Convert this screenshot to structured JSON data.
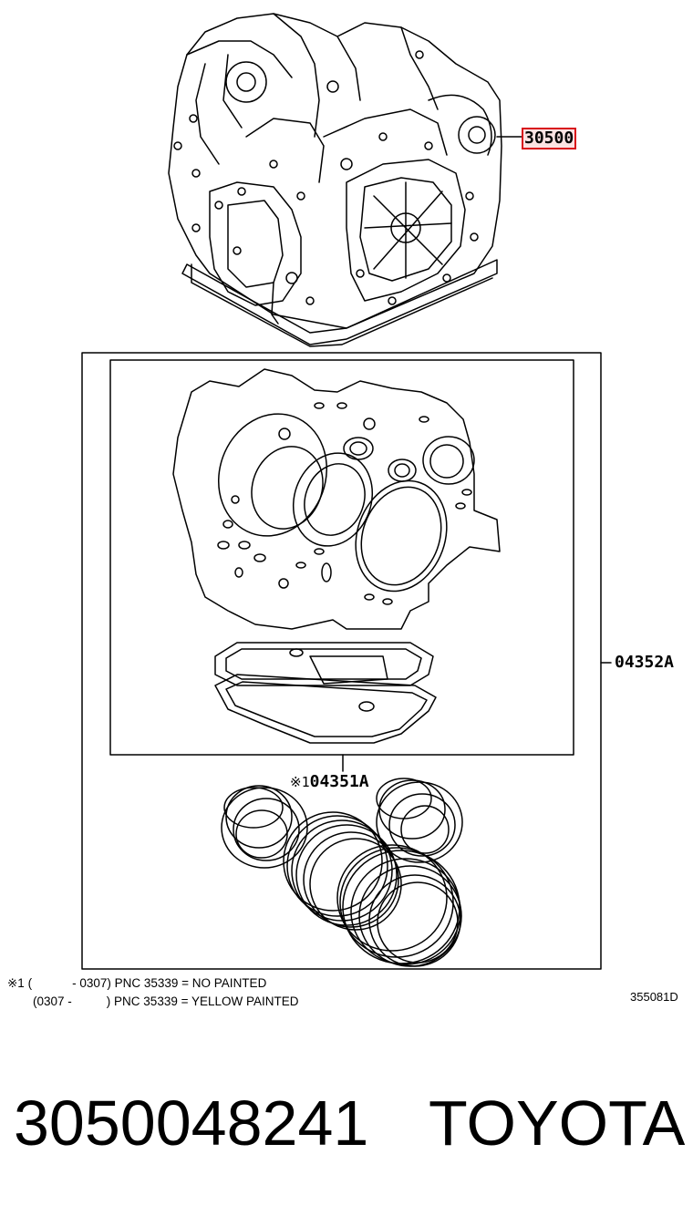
{
  "callouts": {
    "assembly": "30500",
    "gasket_kit": "04352A",
    "overhaul_kit_mark": "※1",
    "overhaul_kit": "04351A"
  },
  "notes": [
    {
      "mark": "※1 (",
      "range_end": "- 0307)",
      "text": "PNC 35339 = NO PAINTED"
    },
    {
      "mark": "(0307 -",
      "range_end": ")",
      "text": "PNC 35339 = YELLOW PAINTED"
    }
  ],
  "illustration_ref": "355081D",
  "part_number": "3050048241",
  "brand": "TOYOTA",
  "colors": {
    "highlight_border": "#d8101a",
    "highlight_fill": "#fbe3e3",
    "line": "#000000"
  }
}
